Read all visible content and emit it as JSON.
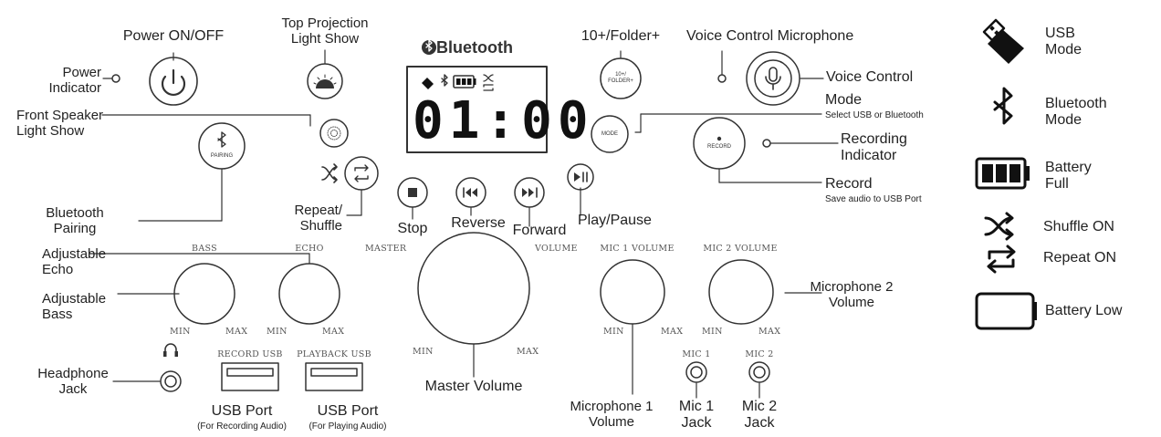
{
  "labels": {
    "power_on_off": "Power ON/OFF",
    "power_indicator": [
      "Power",
      "Indicator"
    ],
    "top_projection": [
      "Top Projection",
      "Light Show"
    ],
    "front_speaker": [
      "Front Speaker",
      "Light Show"
    ],
    "folder_plus": "10+/Folder+",
    "voice_control_microphone": "Voice Control Microphone",
    "voice_control": "Voice Control",
    "mode": "Mode",
    "mode_sub": "Select USB or Bluetooth",
    "recording_indicator": [
      "Recording",
      "Indicator"
    ],
    "record": "Record",
    "record_sub": "Save audio to USB Port",
    "bluetooth_pairing": [
      "Bluetooth",
      "Pairing"
    ],
    "repeat_shuffle": [
      "Repeat/",
      "Shuffle"
    ],
    "stop": "Stop",
    "reverse": "Reverse",
    "forward": "Forward",
    "play_pause": "Play/Pause",
    "adjustable_echo": [
      "Adjustable",
      "Echo"
    ],
    "adjustable_bass": [
      "Adjustable",
      "Bass"
    ],
    "master_volume": "Master Volume",
    "mic1_volume": [
      "Microphone 1",
      "Volume"
    ],
    "mic2_volume": [
      "Microphone 2",
      "Volume"
    ],
    "headphone_jack": [
      "Headphone",
      "Jack"
    ],
    "usb_port_record": "USB Port",
    "usb_port_record_sub": "(For Recording Audio)",
    "usb_port_play": "USB Port",
    "usb_port_play_sub": "(For Playing Audio)",
    "mic1_jack": [
      "Mic 1",
      "Jack"
    ],
    "mic2_jack": [
      "Mic 2",
      "Jack"
    ]
  },
  "panel": {
    "bluetooth_title": "Bluetooth",
    "display_digits": "01:00",
    "bass": "BASS",
    "echo": "ECHO",
    "master": "MASTER",
    "volume": "VOLUME",
    "mic1_volume": "MIC 1 VOLUME",
    "mic2_volume": "MIC 2 VOLUME",
    "min": "MIN",
    "max": "MAX",
    "record_usb": "RECORD USB",
    "playback_usb": "PLAYBACK USB",
    "mic1": "MIC 1",
    "mic2": "MIC 2",
    "pairing": "PAIRING",
    "folder_btn": [
      "10+/",
      "FOLDER+"
    ],
    "mode_btn": "MODE",
    "record_btn": "RECORD"
  },
  "legend": [
    {
      "icon": "usb-icon",
      "label": [
        "USB",
        "Mode"
      ]
    },
    {
      "icon": "bluetooth-icon",
      "label": [
        "Bluetooth",
        "Mode"
      ]
    },
    {
      "icon": "battery-full-icon",
      "label": [
        "Battery",
        "Full"
      ]
    },
    {
      "icon": "shuffle-icon",
      "label": [
        "Shuffle ON"
      ]
    },
    {
      "icon": "repeat-icon",
      "label": [
        "Repeat ON"
      ]
    },
    {
      "icon": "battery-low-icon",
      "label": [
        "Battery Low"
      ]
    }
  ],
  "colors": {
    "ink": "#222222",
    "line": "#333333"
  }
}
